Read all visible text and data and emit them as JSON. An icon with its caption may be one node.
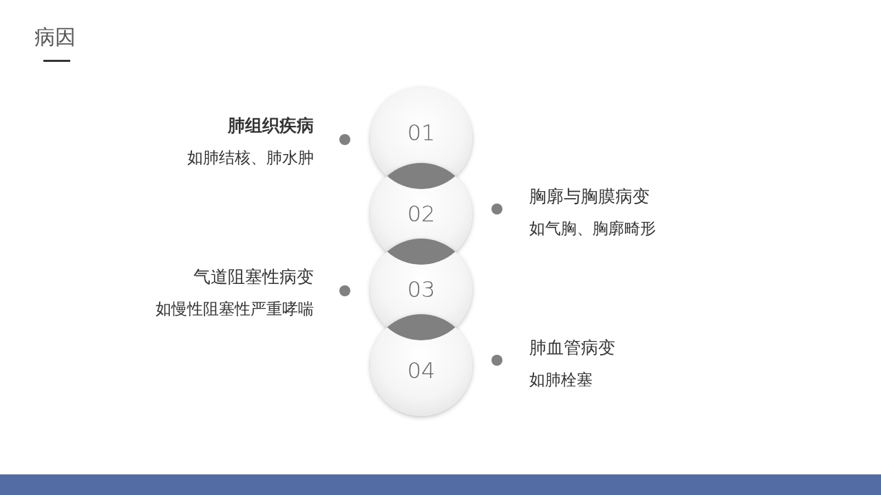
{
  "diagram": {
    "title": "病因",
    "nodes": [
      {
        "text": [
          "01"
        ],
        "beside": [
          "肺组织疾病",
          "如肺结核、肺水肿"
        ]
      },
      {
        "text": [
          "02"
        ],
        "beside": [
          "胸廓与胸膜病变",
          "如气胸、胸廓畸形"
        ]
      },
      {
        "text": [
          "03"
        ],
        "beside": [
          "气道阻塞性病变",
          "如慢性阻塞性严重哮喘"
        ]
      },
      {
        "text": [
          "04"
        ],
        "beside": [
          "肺血管病变",
          "如肺栓塞"
        ]
      }
    ],
    "edges": []
  }
}
